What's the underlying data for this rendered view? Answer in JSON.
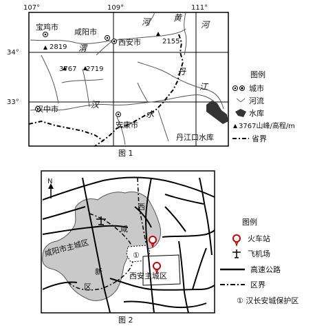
{
  "fig1": {
    "caption": "图 1",
    "lon_labels": [
      "107°",
      "109°",
      "111°"
    ],
    "lat_labels": [
      "34°",
      "33°"
    ],
    "cities": [
      "宝鸡市",
      "咸阳市",
      "西安市",
      "汉中市",
      "安康市"
    ],
    "peaks": [
      {
        "value": "2819"
      },
      {
        "value": "3767"
      },
      {
        "value": "2719"
      },
      {
        "value": "2155"
      }
    ],
    "rivers": [
      "渭",
      "河",
      "黄",
      "河",
      "丹",
      "江",
      "汉",
      "水"
    ],
    "reservoir_name": "丹江口水库",
    "legend": {
      "title": "图例",
      "items": [
        "城市",
        "河流",
        "水库",
        "3767山峰/高程/m",
        "省界"
      ]
    }
  },
  "fig2": {
    "caption": "图 2",
    "north": "N",
    "district_labels": [
      "西",
      "咸",
      "新",
      "区",
      "咸阳市主城区",
      "西安主城区",
      "①"
    ],
    "legend": {
      "title": "图例",
      "items": [
        "火车站",
        "飞机场",
        "高速公路",
        "区界",
        "① 汉长安城保护区"
      ]
    }
  }
}
